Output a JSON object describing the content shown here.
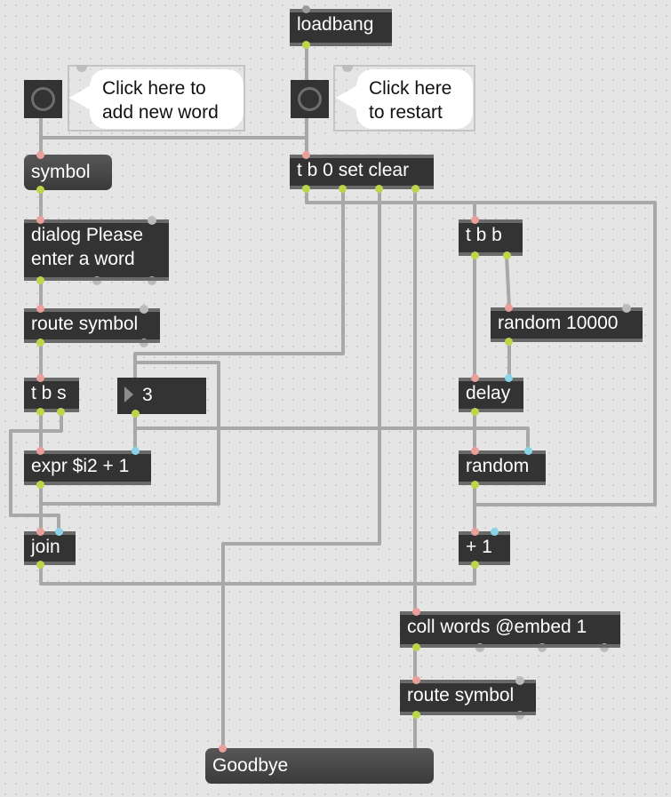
{
  "objects": {
    "loadbang": "loadbang",
    "t_b_0_set_clear": "t b 0 set clear",
    "symbol": "symbol",
    "dialog_line1": "dialog Please",
    "dialog_line2": "enter a word",
    "route_symbol_left": "route symbol",
    "t_b_s": "t b s",
    "expr": "expr $i2 + 1",
    "join": "join",
    "t_b_b": "t b b",
    "random_10000": "random 10000",
    "delay": "delay",
    "random": "random",
    "plus_one": "+ 1",
    "coll": "coll words @embed 1",
    "route_symbol_right": "route symbol"
  },
  "number_box": {
    "value": "3"
  },
  "messages": {
    "goodbye": "Goodbye"
  },
  "comments": {
    "add_word_line1": "Click here to",
    "add_word_line2": "add new word",
    "restart_line1": "Click here",
    "restart_line2": "to restart"
  },
  "colors": {
    "canvas": "#e5e5e5",
    "object_fill": "#333333",
    "patch_cord": "#9a9a9a",
    "inlet_hot": "#e9a09a",
    "inlet_cold": "#8ad4e6",
    "outlet": "#bcd64a"
  }
}
